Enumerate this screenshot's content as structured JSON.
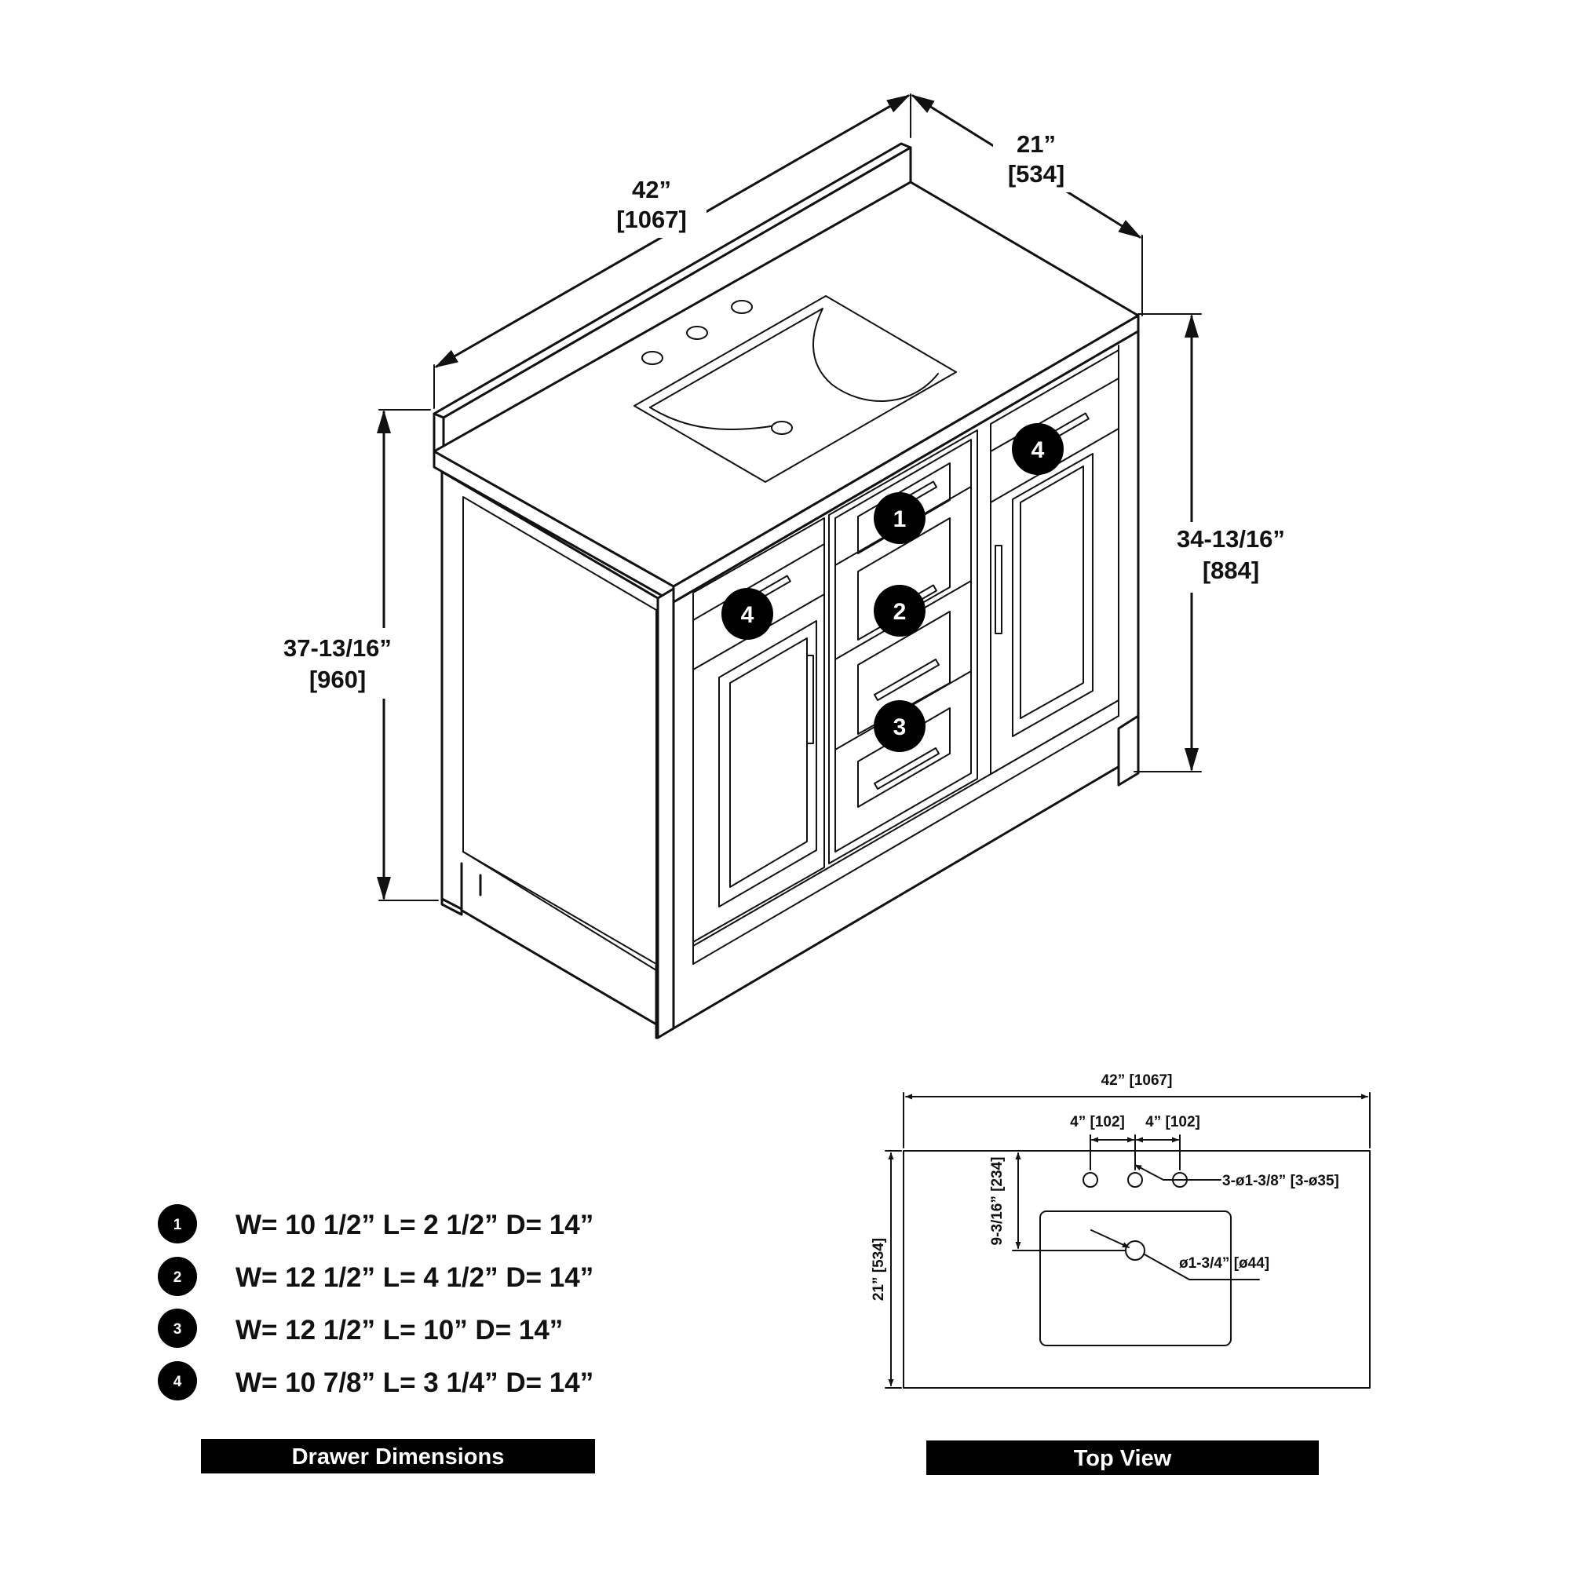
{
  "dimensions": {
    "width_in": "42”",
    "width_mm": "[1067]",
    "depth_in": "21”",
    "depth_mm": "[534]",
    "total_height_in": "37-13/16”",
    "total_height_mm": "[960]",
    "cabinet_height_in": "34-13/16”",
    "cabinet_height_mm": "[884]"
  },
  "drawer_badges": [
    "1",
    "2",
    "3",
    "4"
  ],
  "drawer_specs": [
    {
      "badge": "1",
      "text": "W= 10 1/2” L= 2 1/2” D= 14”"
    },
    {
      "badge": "2",
      "text": "W= 12 1/2” L= 4 1/2” D= 14”"
    },
    {
      "badge": "3",
      "text": "W= 12 1/2” L= 10” D= 14”"
    },
    {
      "badge": "4",
      "text": "W= 10 7/8” L= 3 1/4” D= 14”"
    }
  ],
  "top_view": {
    "width": "42” [1067]",
    "hole_spacing_left": "4” [102]",
    "hole_spacing_right": "4” [102]",
    "faucet_holes": "3-ø1-3/8” [3-ø35]",
    "drain": "ø1-3/4” [ø44]",
    "sink_offset": "9-3/16” [234]",
    "depth": "21” [534]"
  },
  "labels": {
    "drawer_dimensions": "Drawer Dimensions",
    "top_view": "Top View"
  },
  "colors": {
    "ink": "#111111",
    "banner": "#000000",
    "background": "#ffffff"
  }
}
